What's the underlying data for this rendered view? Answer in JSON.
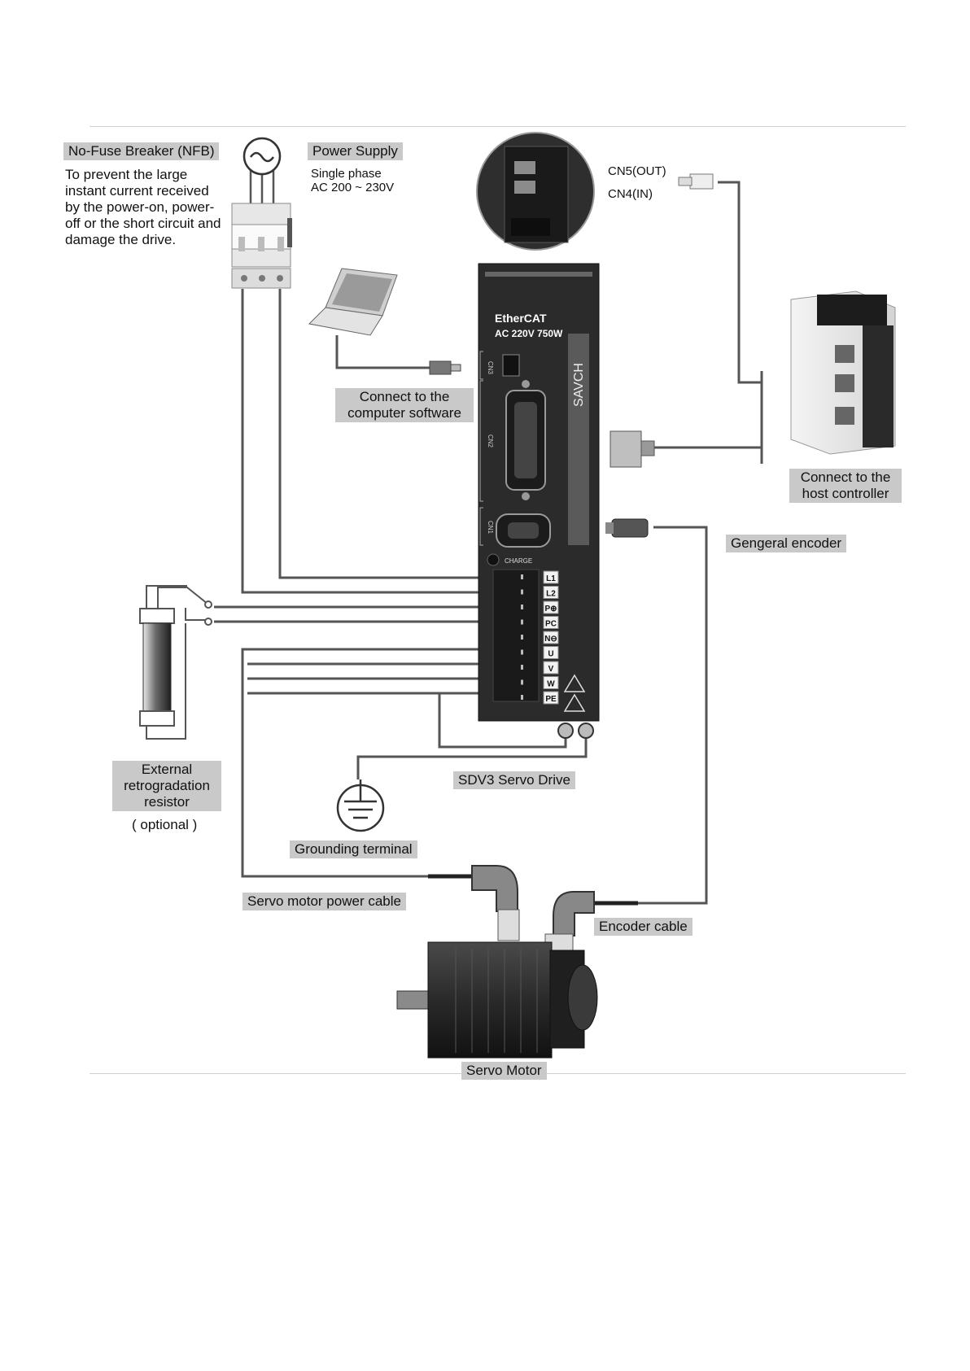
{
  "labels": {
    "nfb_title": "No-Fuse Breaker (NFB)",
    "nfb_desc": [
      "To prevent the large",
      "instant current received",
      "by the power-on, power-",
      "off or the short circuit and",
      "damage the drive."
    ],
    "power_title": "Power Supply",
    "power_desc": [
      "Single phase",
      "AC 200 ~ 230V"
    ],
    "cn5": "CN5(OUT)",
    "cn4": "CN4(IN)",
    "computer": [
      "Connect to the",
      "computer software"
    ],
    "host": [
      "Connect to the",
      "host controller"
    ],
    "encoder_general": "Gengeral encoder",
    "resistor": [
      "External",
      "retrogradation",
      "resistor"
    ],
    "optional": "( optional )",
    "servo_drive": "SDV3 Servo Drive",
    "grounding": "Grounding terminal",
    "power_cable": "Servo motor power cable",
    "encoder_cable": "Encoder cable",
    "servo_motor": "Servo Motor"
  },
  "drive": {
    "brand": "EtherCAT",
    "rating": "AC 220V 750W",
    "logo": "SAVCH",
    "charge": "CHARGE",
    "port_labels": [
      "CN3",
      "CN2",
      "CN1"
    ],
    "terminals": [
      "L1",
      "L2",
      "P⊕",
      "PC",
      "N⊖",
      "U",
      "V",
      "W",
      "PE"
    ]
  },
  "colors": {
    "drive_body": "#2b2b2b",
    "label_bg": "#c9c9c9",
    "wire": "#555555"
  }
}
